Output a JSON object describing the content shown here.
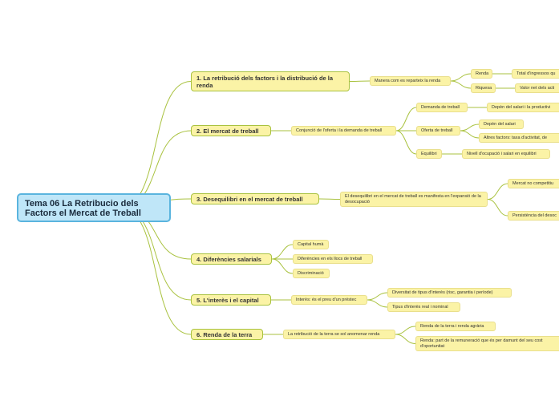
{
  "root": {
    "label": "Tema 06 La Retribucio dels Factors el Mercat de Treball"
  },
  "branches": [
    {
      "id": "b1",
      "label": "1. La retribució dels factors i la distribució de la renda",
      "children": [
        {
          "id": "b1c1",
          "label": "Manera com es reparteix la renda",
          "children": [
            {
              "id": "b1c1a",
              "label": "Renda",
              "children": [
                {
                  "id": "b1c1a1",
                  "label": "Total d'ingressos qu"
                }
              ]
            },
            {
              "id": "b1c1b",
              "label": "Riquesa",
              "children": [
                {
                  "id": "b1c1b1",
                  "label": "Valor net dels acti"
                }
              ]
            }
          ]
        }
      ]
    },
    {
      "id": "b2",
      "label": "2. El mercat de treball",
      "children": [
        {
          "id": "b2c1",
          "label": "Conjunció de l'oferta i la demanda de treball",
          "children": [
            {
              "id": "b2c1a",
              "label": "Demanda de treball",
              "children": [
                {
                  "id": "b2c1a1",
                  "label": "Depèn del salari i la productivi"
                }
              ]
            },
            {
              "id": "b2c1b",
              "label": "Oferta de treball",
              "children": [
                {
                  "id": "b2c1b1",
                  "label": "Depèn del salari"
                },
                {
                  "id": "b2c1b2",
                  "label": "Altres factors: taxa d'activitat, de"
                }
              ]
            },
            {
              "id": "b2c1c",
              "label": "Equilibri",
              "children": [
                {
                  "id": "b2c1c1",
                  "label": "Nivell d'ocupació i salari en equilibri"
                }
              ]
            }
          ]
        }
      ]
    },
    {
      "id": "b3",
      "label": "3. Desequilibri en el mercat de treball",
      "children": [
        {
          "id": "b3c1",
          "label": "El desequilibri en el mercat de treball es manifesta en l'expansió de la desocupació",
          "children": [
            {
              "id": "b3c1a",
              "label": "Mercat no competitiu"
            },
            {
              "id": "b3c1b",
              "label": "Persistència del desoc"
            }
          ]
        }
      ]
    },
    {
      "id": "b4",
      "label": "4. Diferències salarials",
      "children": [
        {
          "id": "b4c1",
          "label": "Capital humà"
        },
        {
          "id": "b4c2",
          "label": "Diferències en els llocs de treball"
        },
        {
          "id": "b4c3",
          "label": "Discriminació"
        }
      ]
    },
    {
      "id": "b5",
      "label": "5. L'interès i el capital",
      "children": [
        {
          "id": "b5c1",
          "label": "Interès: és el preu d'un préstec",
          "children": [
            {
              "id": "b5c1a",
              "label": "Diversitat de tipus d'interès (risc, garantia i període)"
            },
            {
              "id": "b5c1b",
              "label": "Tipus d'interès real i nominal"
            }
          ]
        }
      ]
    },
    {
      "id": "b6",
      "label": "6. Renda de la terra",
      "children": [
        {
          "id": "b6c1",
          "label": "La retribució de la terra se sol anomenar renda",
          "children": [
            {
              "id": "b6c1a",
              "label": "Renda de la terra i renda agrària"
            },
            {
              "id": "b6c1b",
              "label": "Renda: part de la remuneració que és per damunt del seu cost d'oportunitat"
            }
          ]
        }
      ]
    }
  ],
  "colors": {
    "connector": "#a9c23f",
    "root_fill": "#bfe6f8",
    "root_border": "#5ab4de",
    "node_fill": "#fbf3a6"
  }
}
